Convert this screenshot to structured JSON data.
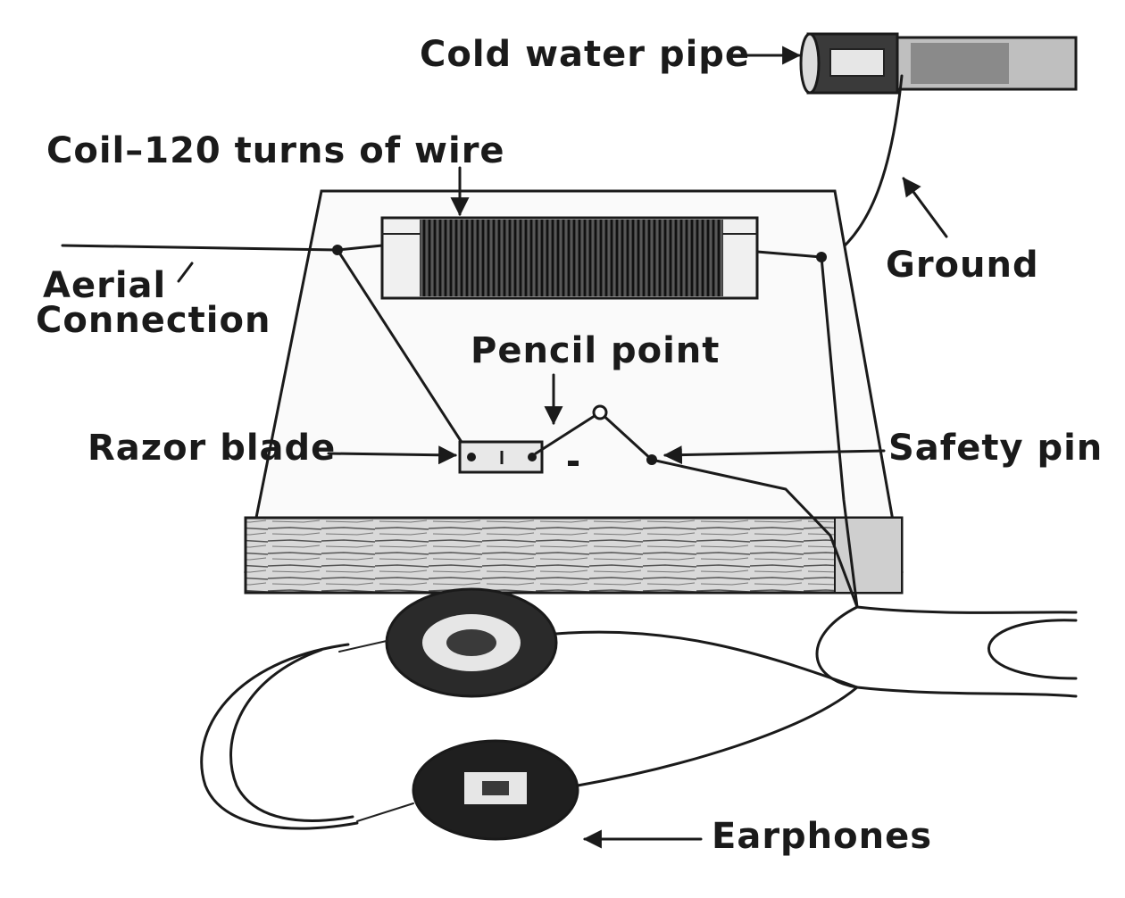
{
  "labels": {
    "cold_water_pipe": "Cold water pipe",
    "coil": "Coil–120 turns of wire",
    "ground": "Ground",
    "aerial_line1": "Aerial",
    "aerial_line2": "Connection",
    "pencil_point": "Pencil point",
    "razor_blade": "Razor blade",
    "safety_pin": "Safety pin",
    "earphones": "Earphones"
  }
}
